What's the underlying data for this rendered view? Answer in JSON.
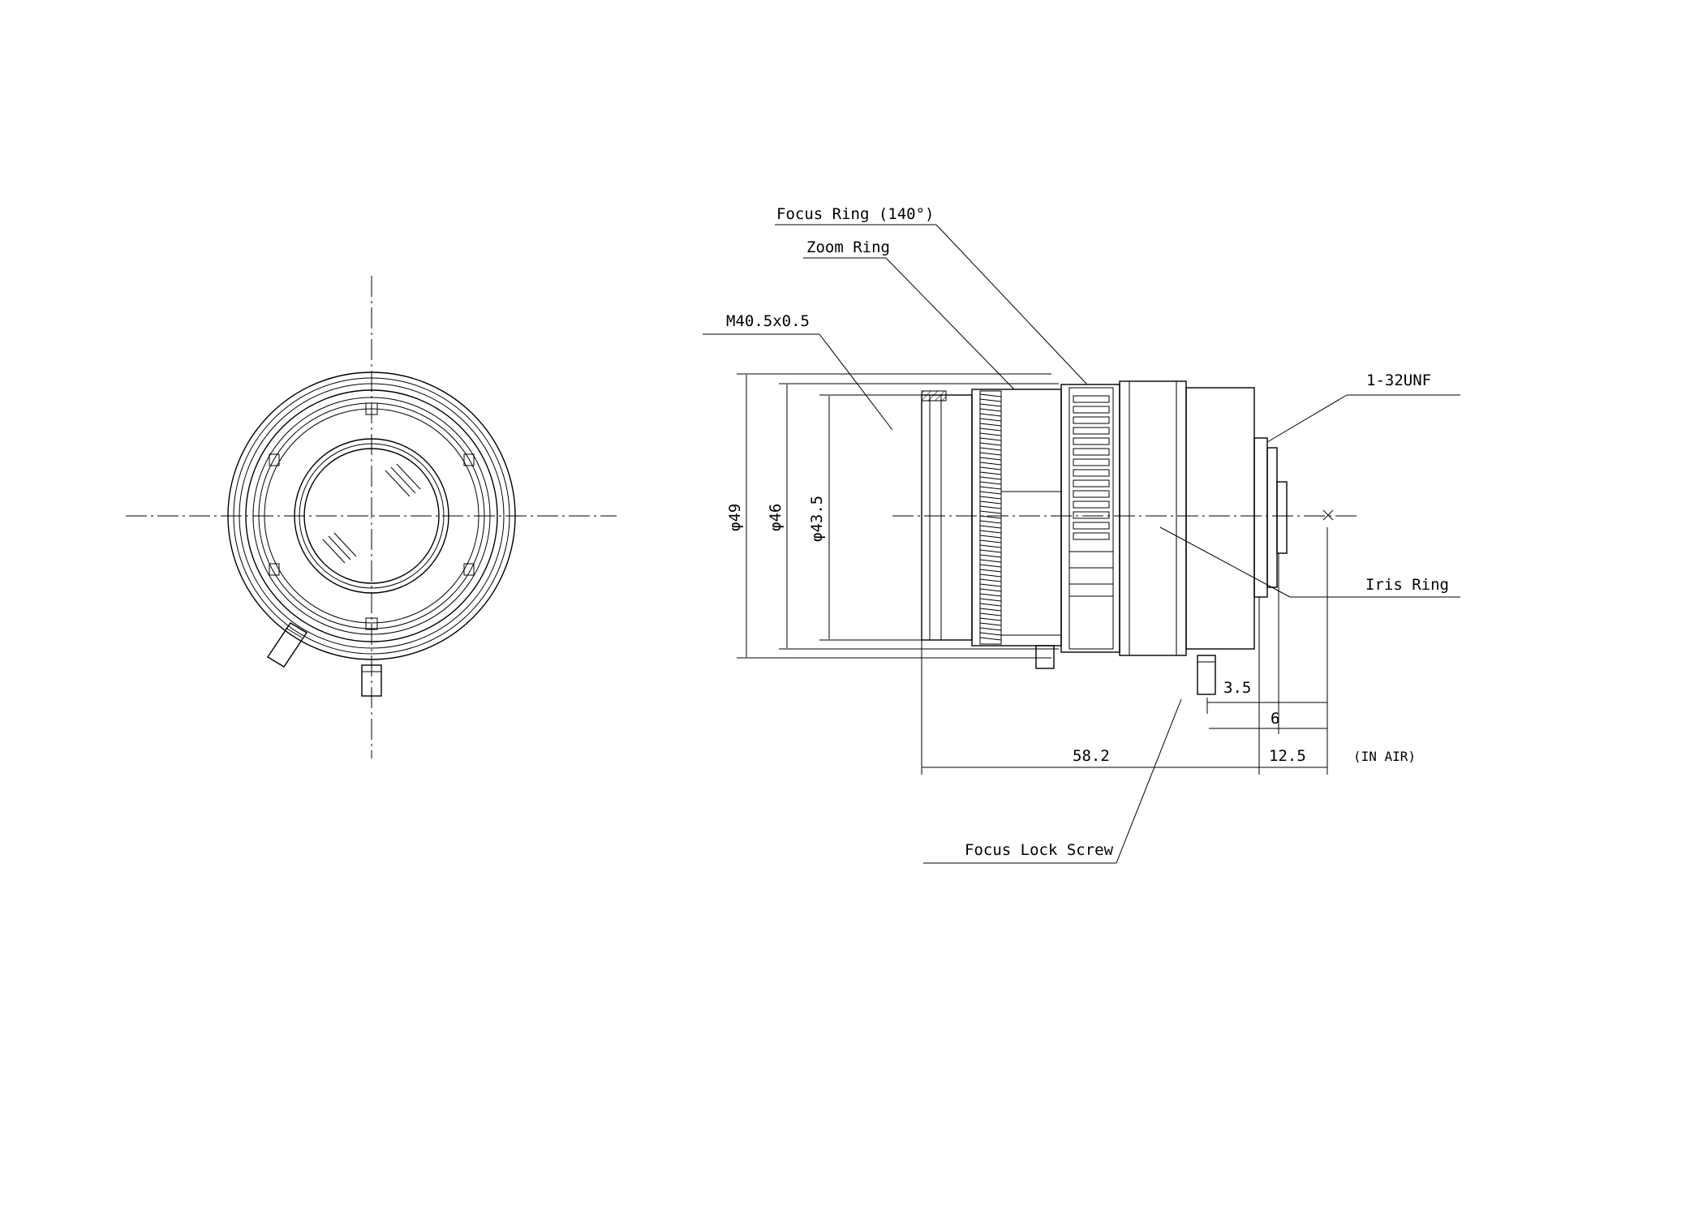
{
  "labels": {
    "focus_ring": "Focus Ring (140°)",
    "zoom_ring": "Zoom Ring",
    "thread_front": "M40.5x0.5",
    "mount_thread": "1-32UNF",
    "iris_ring": "Iris Ring",
    "focus_lock_screw": "Focus Lock Screw"
  },
  "dimensions": {
    "dia_outer": "φ49",
    "dia_mid": "φ46",
    "dia_inner": "φ43.5",
    "length_body": "58.2",
    "flange_back": "12.5",
    "in_air_note": "(IN AIR)",
    "screw_offset": "3.5",
    "mount_depth": "6"
  }
}
